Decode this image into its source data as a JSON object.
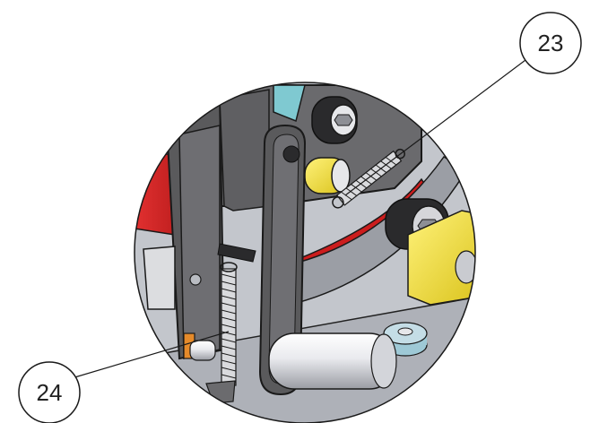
{
  "callouts": [
    {
      "label": "23",
      "part": "upper-spring"
    },
    {
      "label": "24",
      "part": "lower-spring"
    }
  ],
  "colors": {
    "background": "#ffffff",
    "outline": "#1a1a1a",
    "plate_dark": "#5a5a5c",
    "plate_mid": "#7b7b7e",
    "floor_light": "#b9bcc2",
    "red_part": "#cc1d1d",
    "yellow_block": "#f2df2b",
    "bolt_black": "#2a2a2c",
    "steel_light": "#e6e7ea",
    "teal_part": "#7fc9d1",
    "orange_part": "#e58a2a"
  },
  "icons": [
    "detail-view-circle",
    "spring",
    "bolt",
    "shaft"
  ]
}
